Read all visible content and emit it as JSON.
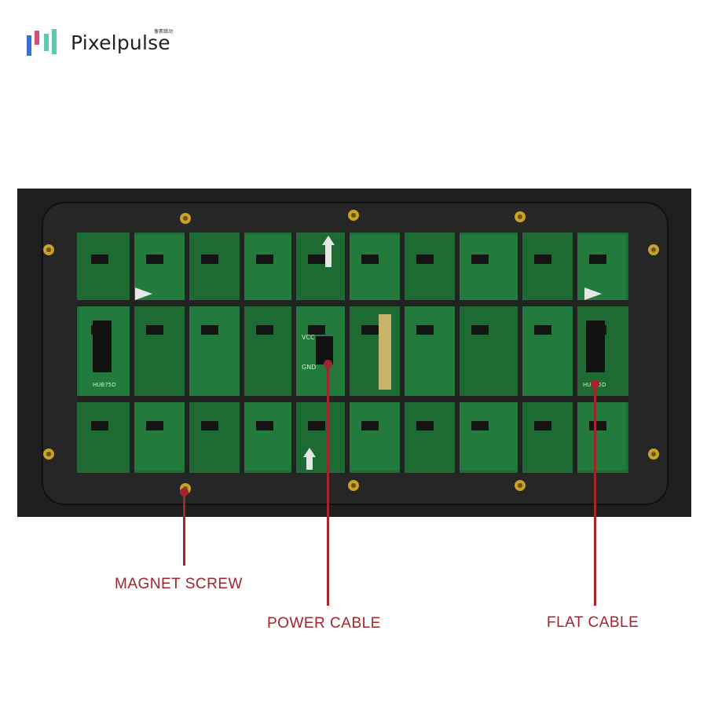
{
  "brand": {
    "name": "Pixelpulse",
    "subtitle_cn": "像素跳动",
    "colors": {
      "blue": "#3a6fd8",
      "pink": "#d94a7c",
      "teal": "#5cc9b5"
    }
  },
  "image": {
    "subject": "LED display module rear view",
    "colors": {
      "housing": "#1e1e1f",
      "pcb": "#1f6b35",
      "screw": "#c9a227"
    }
  },
  "callouts": {
    "magnet_screw": "MAGNET SCREW",
    "power_cable": "POWER CABLE",
    "flat_cable": "FLAT CABLE",
    "color": "#a3242b"
  },
  "pcb_silkscreen": {
    "vcc": "VCC",
    "gnd": "GND",
    "hub": "HUB75D"
  }
}
